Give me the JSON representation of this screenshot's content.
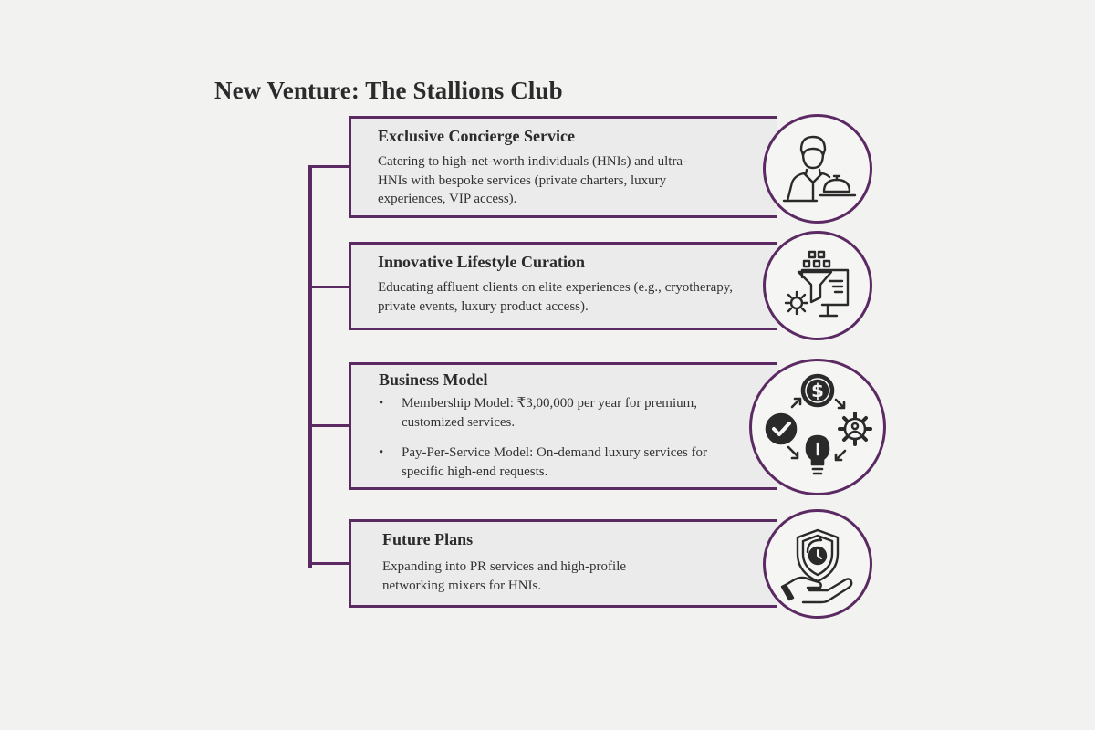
{
  "title": "New Venture: The Stallions Club",
  "colors": {
    "accent": "#5b2a63",
    "card_bg": "#ebebeb",
    "page_bg": "#f2f2f1"
  },
  "cards": [
    {
      "title": "Exclusive Concierge Service",
      "text": "Catering to high-net-worth individuals (HNIs) and ultra-HNIs with bespoke services (private charters, luxury experiences, VIP access).",
      "icon": "concierge-waiter-icon"
    },
    {
      "title": "Innovative Lifestyle Curation",
      "text": "Educating affluent clients on elite experiences (e.g., cryotherapy, private events, luxury product access).",
      "icon": "funnel-computer-gear-icon"
    },
    {
      "title": "Business Model",
      "bullets": [
        "Membership Model: ₹3,00,000 per year for premium, customized services.",
        "Pay-Per-Service Model: On-demand luxury services for specific high-end requests."
      ],
      "bullet_char": "•",
      "icon": "business-cycle-icon"
    },
    {
      "title": "Future Plans",
      "text": "Expanding into PR services and high-profile networking mixers for HNIs.",
      "icon": "shield-clock-hand-icon"
    }
  ]
}
